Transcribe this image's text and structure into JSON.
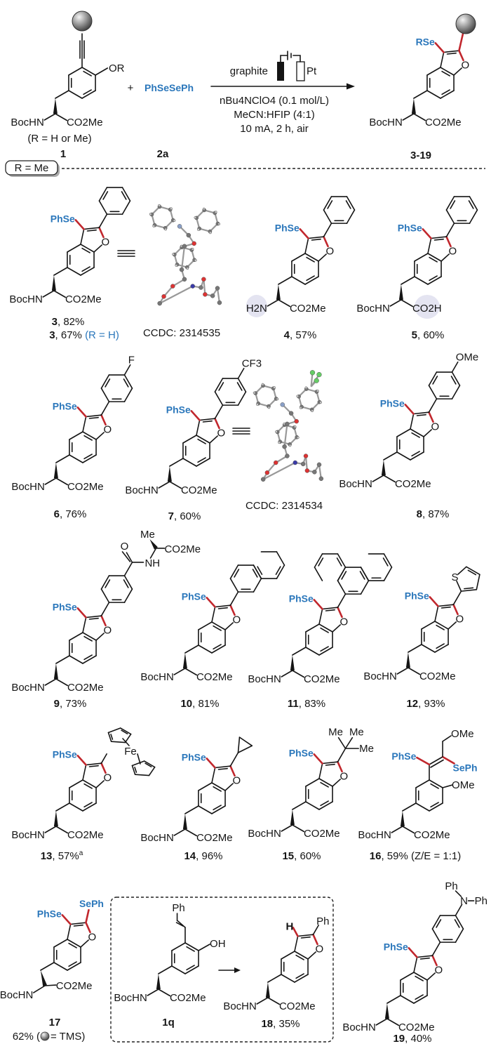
{
  "atoms": {
    "o": "O"
  },
  "header": {
    "reactant": {
      "id": "1",
      "or_label": "OR",
      "n": "BocHN",
      "c": "CO2Me",
      "r_def": "(R = H or Me)"
    },
    "plus": "+",
    "reagent": {
      "id": "2a",
      "label": "PhSeSePh"
    },
    "conditions": {
      "anode": "graphite",
      "cathode": "Pt",
      "line1": "nBu4NClO4 (0.1 mol/L)",
      "line2": "MeCN:HFIP (4:1)",
      "line3": "10 mA, 2 h, air"
    },
    "product": {
      "id": "3-19",
      "se": "RSe",
      "n": "BocHN",
      "c": "CO2Me"
    },
    "section_label": "R = Me"
  },
  "compounds": {
    "c3": {
      "id": "3",
      "yield": "82%",
      "se": "PhSe",
      "n": "BocHN",
      "c": "CO2Me",
      "alt_id": "3",
      "alt_yield": "67%",
      "alt_note": "(R = H)"
    },
    "c4": {
      "id": "4",
      "yield": "57%",
      "se": "PhSe",
      "n": "H2N",
      "c": "CO2Me"
    },
    "c5": {
      "id": "5",
      "yield": "60%",
      "se": "PhSe",
      "n": "BocHN",
      "c": "CO2H"
    },
    "c6": {
      "id": "6",
      "yield": "76%",
      "se": "PhSe",
      "n": "BocHN",
      "c": "CO2Me",
      "para": "F"
    },
    "c7": {
      "id": "7",
      "yield": "60%",
      "se": "PhSe",
      "n": "BocHN",
      "c": "CO2Me",
      "para": "CF3"
    },
    "c8": {
      "id": "8",
      "yield": "87%",
      "se": "PhSe",
      "n": "BocHN",
      "c": "CO2Me",
      "para": "OMe"
    },
    "c9": {
      "id": "9",
      "yield": "73%",
      "se": "PhSe",
      "n": "BocHN",
      "c": "CO2Me",
      "amide_o": "O",
      "amide_nh": "NH",
      "amide_me": "Me",
      "amide_ester": "CO2Me"
    },
    "c10": {
      "id": "10",
      "yield": "81%",
      "se": "PhSe",
      "n": "BocHN",
      "c": "CO2Me"
    },
    "c11": {
      "id": "11",
      "yield": "83%",
      "se": "PhSe",
      "n": "BocHN",
      "c": "CO2Me"
    },
    "c12": {
      "id": "12",
      "yield": "93%",
      "se": "PhSe",
      "n": "BocHN",
      "c": "CO2Me",
      "hetero": "S"
    },
    "c13": {
      "id": "13",
      "yield": "57%",
      "footnote": "a",
      "se": "PhSe",
      "n": "BocHN",
      "c": "CO2Me",
      "metal": "Fe"
    },
    "c14": {
      "id": "14",
      "yield": "96%",
      "se": "PhSe",
      "n": "BocHN",
      "c": "CO2Me"
    },
    "c15": {
      "id": "15",
      "yield": "60%",
      "se": "PhSe",
      "n": "BocHN",
      "c": "CO2Me",
      "me1": "Me",
      "me2": "Me",
      "me3": "Me"
    },
    "c16": {
      "id": "16",
      "yield": "59%",
      "note": "(Z/E = 1:1)",
      "se": "PhSe",
      "se2": "SePh",
      "n": "BocHN",
      "c": "CO2Me",
      "ome_chain": "OMe",
      "ome_ring": "OMe"
    },
    "c17": {
      "id": "17",
      "yield": "62%",
      "note": "= TMS",
      "se": "PhSe",
      "se2": "SePh",
      "n": "BocHN",
      "c": "CO2Me"
    },
    "c18": {
      "id": "18",
      "yield": "35%",
      "h": "H",
      "ph": "Ph",
      "n": "BocHN",
      "c": "CO2Me"
    },
    "c19": {
      "id": "19",
      "yield": "40%",
      "se": "PhSe",
      "n": "BocHN",
      "c": "CO2Me",
      "n_atom": "N",
      "ph1": "Ph",
      "ph2": "Ph"
    }
  },
  "q1": {
    "id": "1q",
    "ph": "Ph",
    "oh": "OH",
    "n": "BocHN",
    "c": "CO2Me"
  },
  "crystals": [
    {
      "label": "CCDC: 2314535"
    },
    {
      "label": "CCDC: 2314534"
    }
  ],
  "colors": {
    "selenium_blue": "#2b77bb",
    "new_bond_red": "#c1272d",
    "highlight": "#e4e4f1"
  }
}
